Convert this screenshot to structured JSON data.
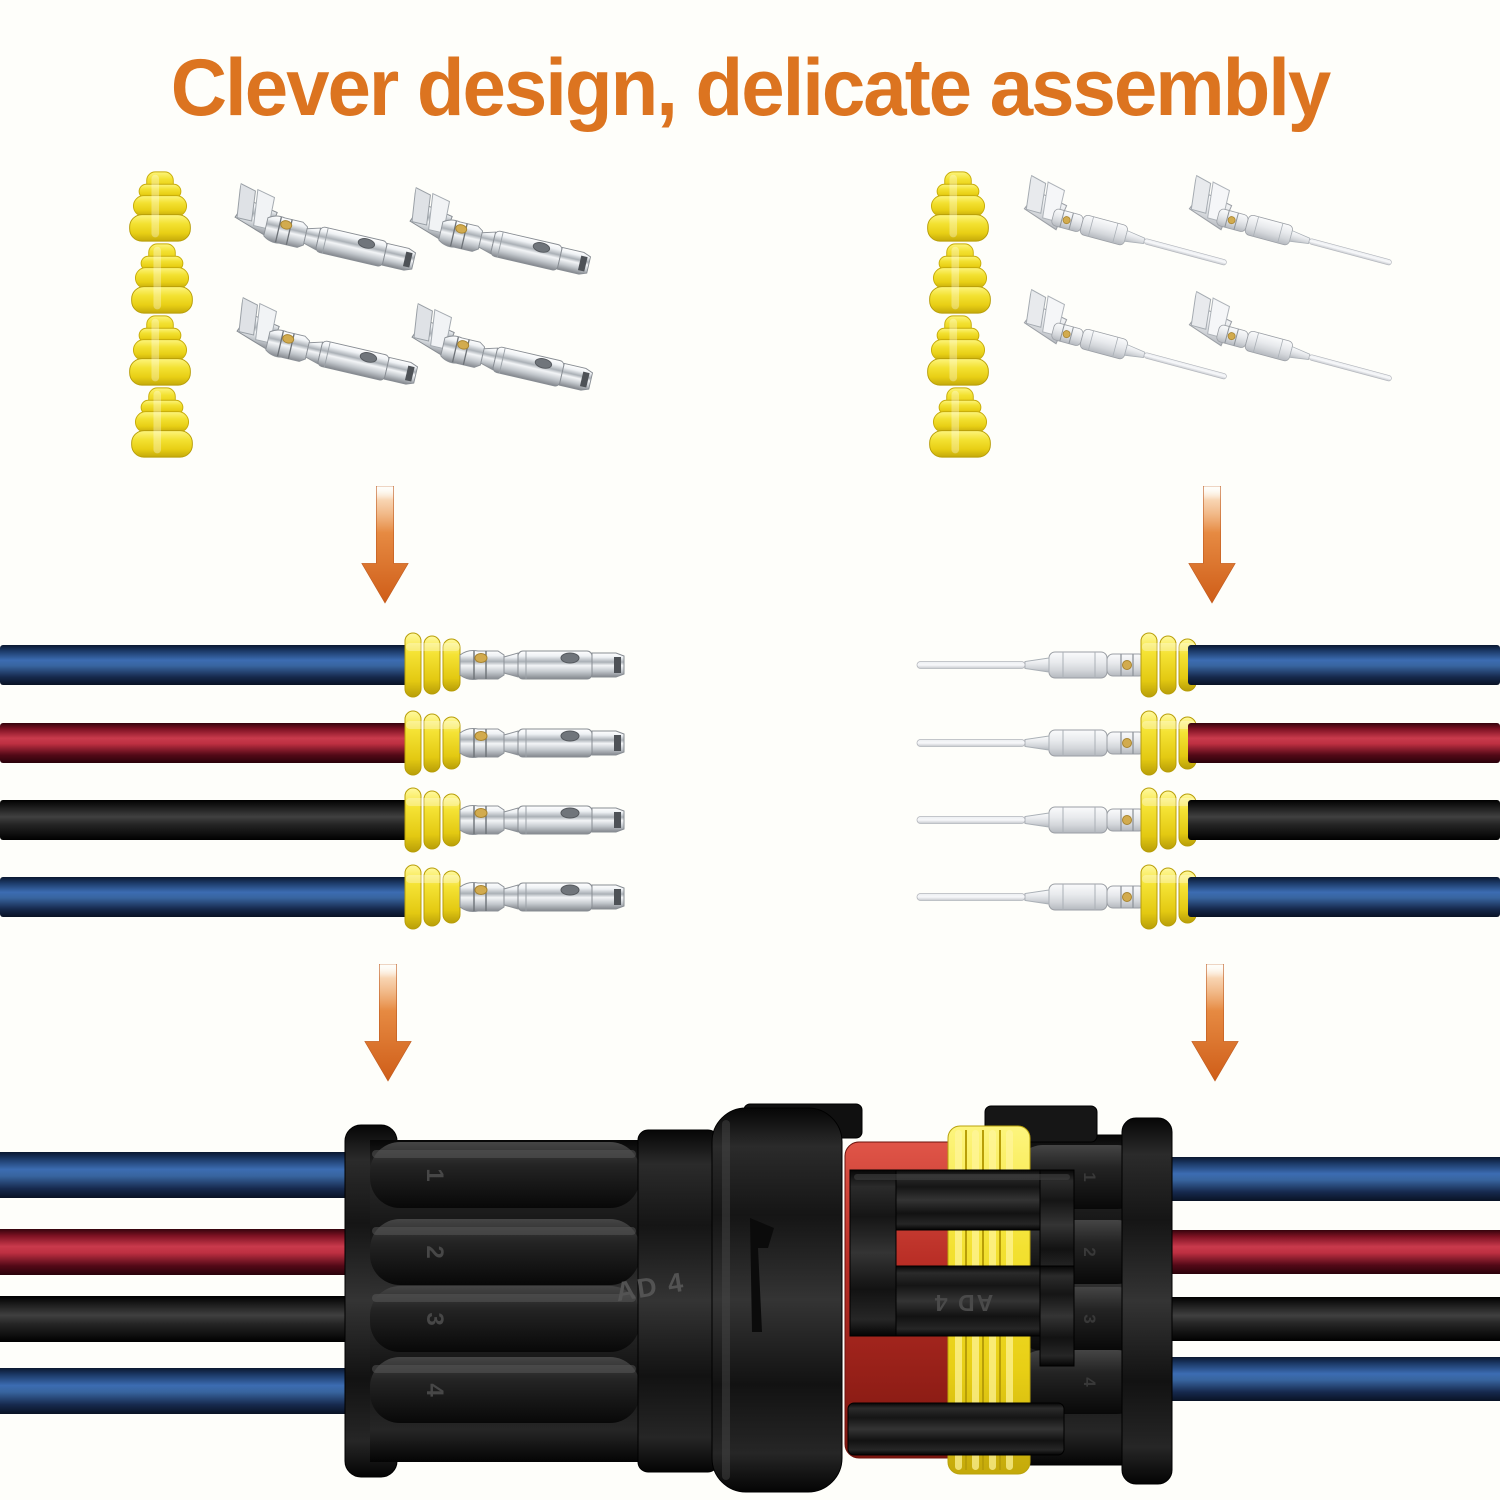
{
  "title": {
    "text": "Clever design, delicate assembly",
    "color": "#dc7420"
  },
  "process": {
    "left_branch": {
      "seals": 4,
      "terminals": 4,
      "terminal_type": "female socket terminals"
    },
    "right_branch": {
      "seals": 4,
      "terminals": 4,
      "terminal_type": "male pin terminals"
    },
    "arrow_count": 4
  },
  "wires": {
    "order_top_to_bottom": [
      "blue",
      "red",
      "black",
      "blue"
    ],
    "colors": {
      "blue": "#2f5fa3",
      "red": "#bf2f41",
      "black": "#232323"
    },
    "seal_color": "#f2e028"
  },
  "connector": {
    "label": "AD 4",
    "cavity_numbers": [
      "1",
      "2",
      "3",
      "4"
    ],
    "housing_color": "#161616",
    "inner_seal_color": "#b72c24",
    "gasket_color": "#f2e028"
  },
  "arrow_color": "#d2601c"
}
